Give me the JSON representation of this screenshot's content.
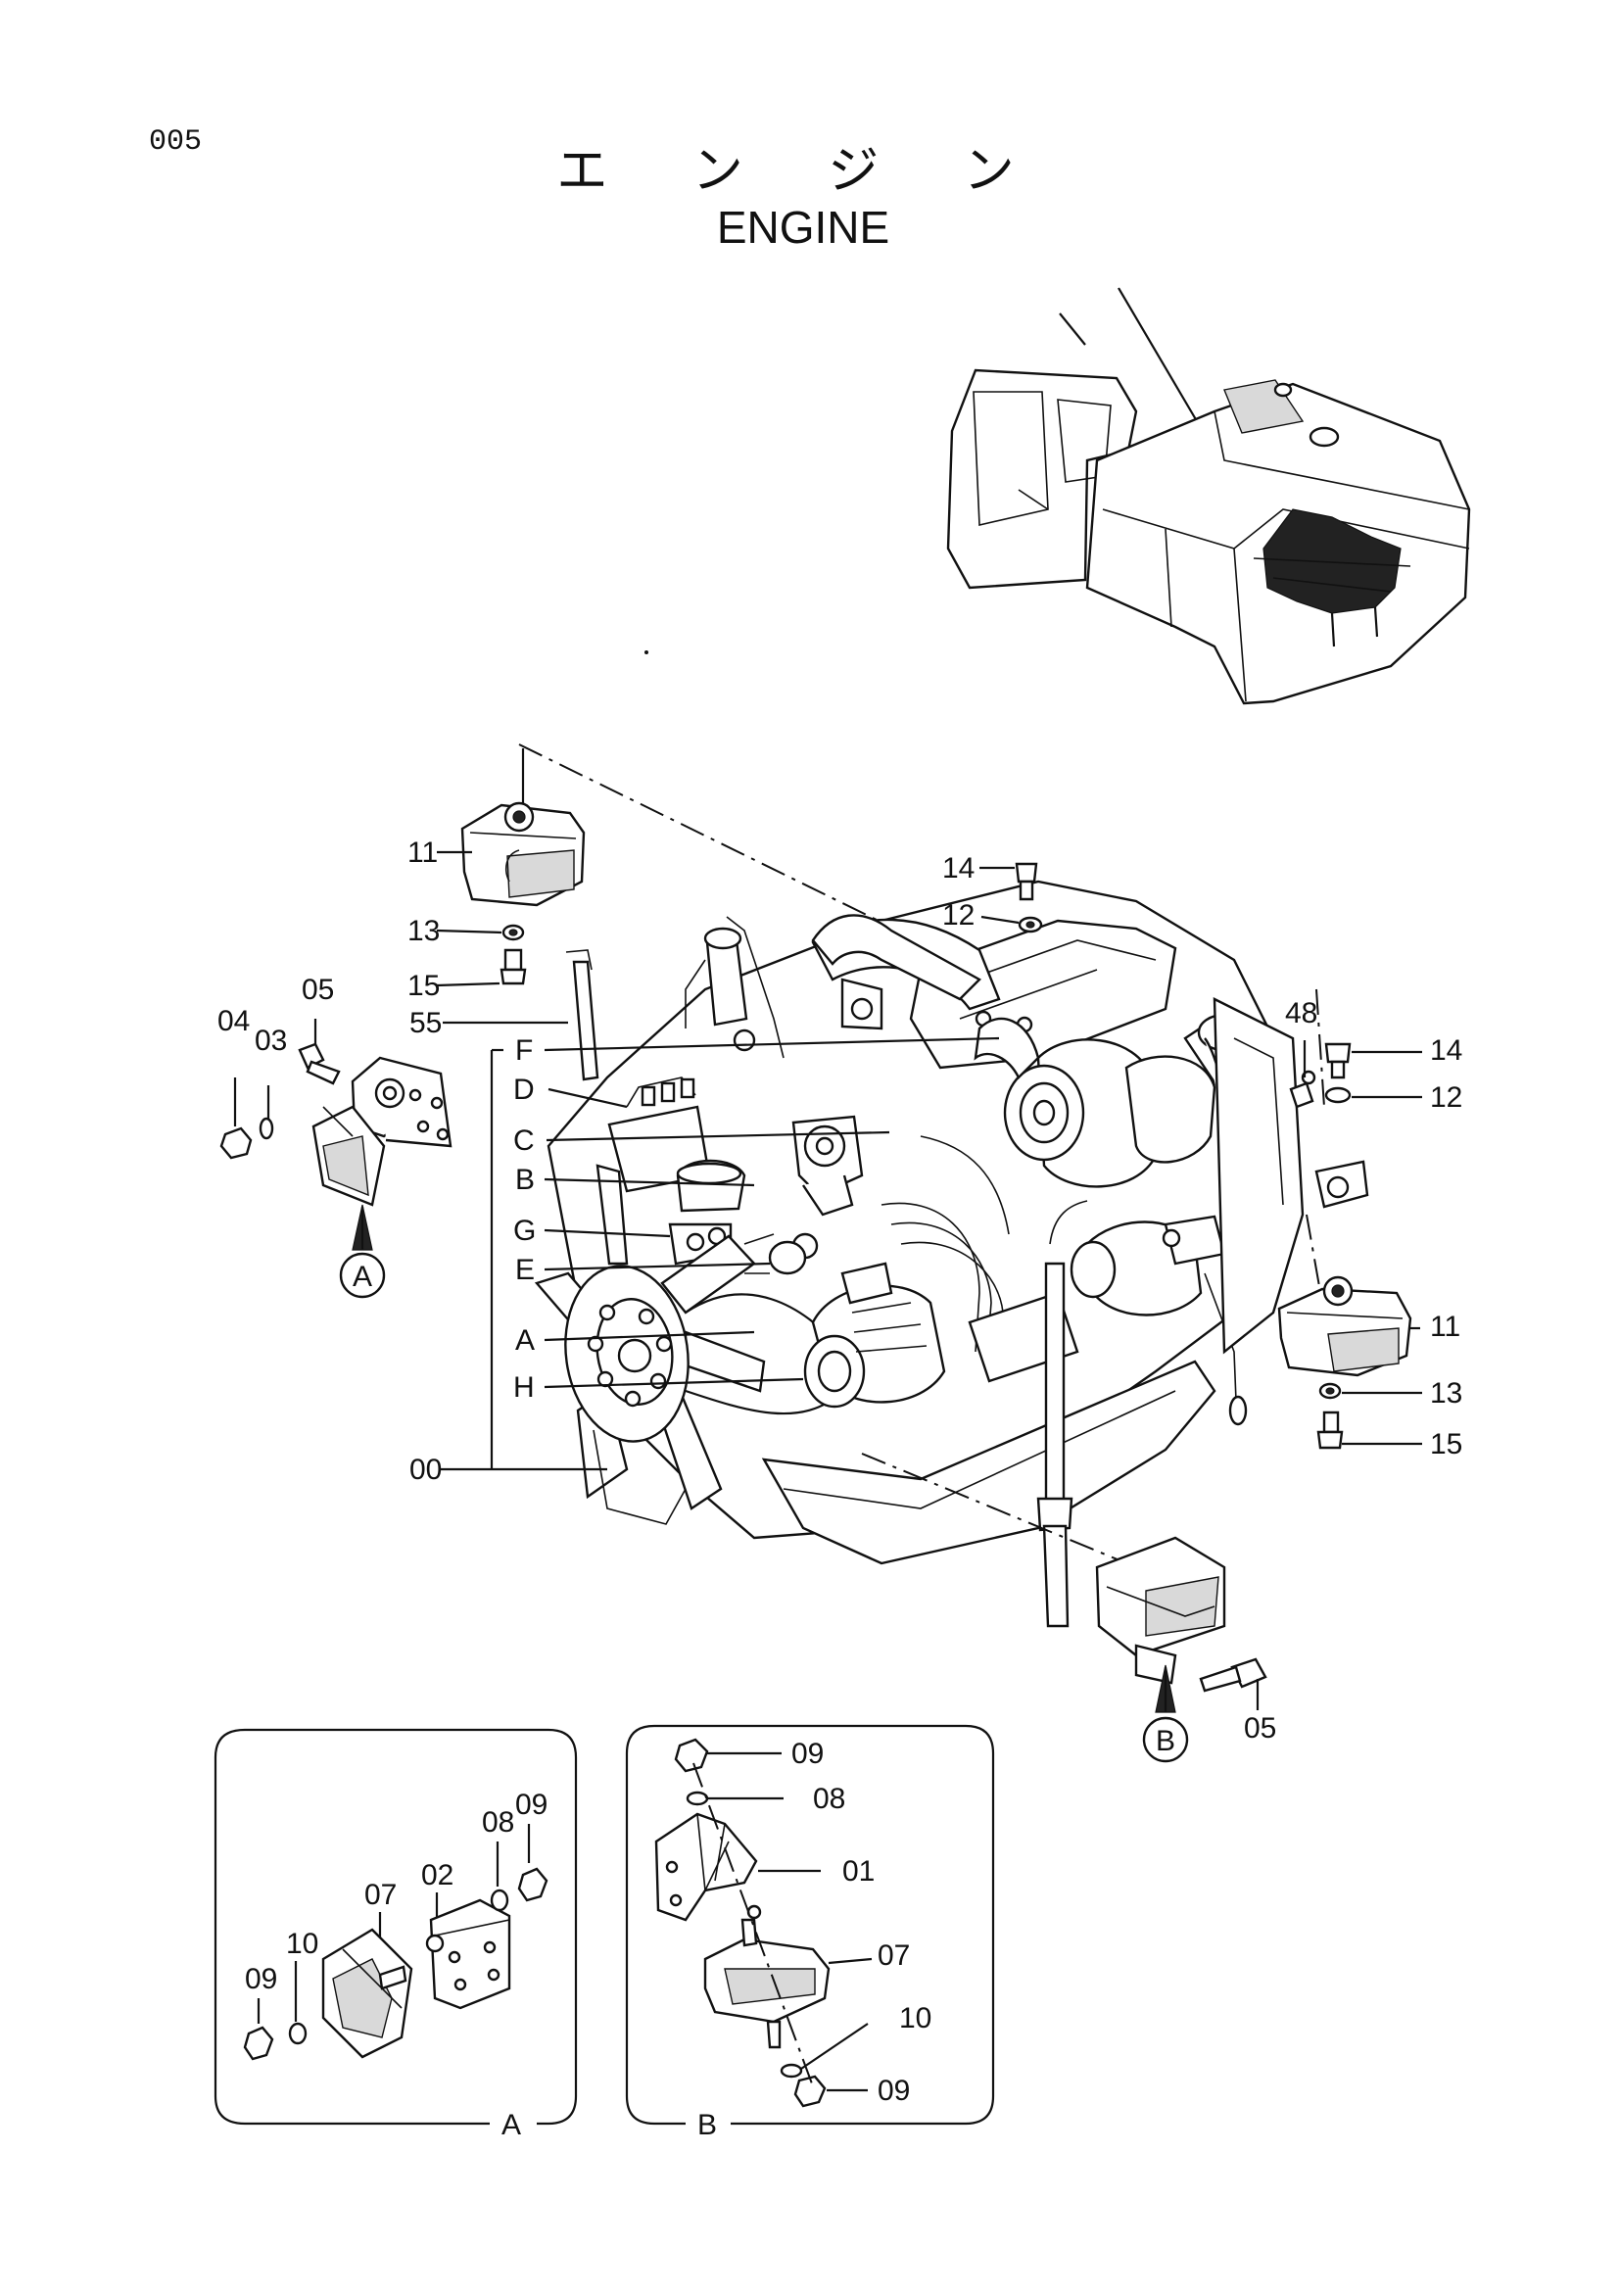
{
  "page_number": "005",
  "title_jp": "エ ン ジ ン",
  "title_en": "ENGINE",
  "callouts": {
    "c11_top": "11",
    "c13_top": "13",
    "c15_top": "15",
    "c55": "55",
    "c04": "04",
    "c03": "03",
    "c05_left": "05",
    "c14_top": "14",
    "c12_top": "12",
    "c48": "48",
    "c14_right": "14",
    "c12_right": "12",
    "c11_right": "11",
    "c13_right": "13",
    "c15_right": "15",
    "c00": "00",
    "c05_bottom": "05"
  },
  "letters": {
    "F": "F",
    "D": "D",
    "C": "C",
    "B": "B",
    "G": "G",
    "E": "E",
    "A": "A",
    "H": "H"
  },
  "view_markers": {
    "A": "A",
    "B": "B"
  },
  "detail_a": {
    "label": "A",
    "c07": "07",
    "c02": "02",
    "c08": "08",
    "c09_top": "09",
    "c10": "10",
    "c09_bottom": "09"
  },
  "detail_b": {
    "label": "B",
    "c09_top": "09",
    "c08": "08",
    "c01": "01",
    "c07": "07",
    "c10": "10",
    "c09_bottom": "09"
  }
}
